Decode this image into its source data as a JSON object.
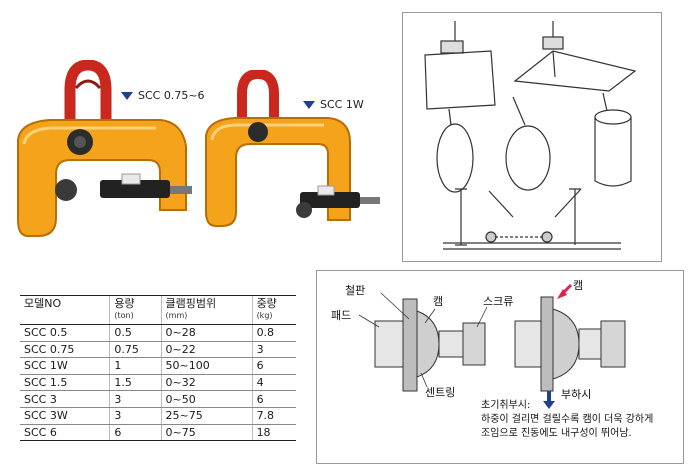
{
  "products": [
    {
      "caption": "SCC 0.75~6"
    },
    {
      "caption": "SCC 1W"
    }
  ],
  "table": {
    "headers": [
      {
        "label": "모델NO",
        "unit": ""
      },
      {
        "label": "용량",
        "unit": "(ton)"
      },
      {
        "label": "클램핑범위",
        "unit": "(mm)"
      },
      {
        "label": "중량",
        "unit": "(kg)"
      }
    ],
    "rows": [
      [
        "SCC 0.5",
        "0.5",
        "0~28",
        "0.8"
      ],
      [
        "SCC 0.75",
        "0.75",
        "0~22",
        "3"
      ],
      [
        "SCC 1W",
        "1",
        "50~100",
        "6"
      ],
      [
        "SCC 1.5",
        "1.5",
        "0~32",
        "4"
      ],
      [
        "SCC 3",
        "3",
        "0~50",
        "6"
      ],
      [
        "SCC 3W",
        "3",
        "25~75",
        "7.8"
      ],
      [
        "SCC 6",
        "6",
        "0~75",
        "18"
      ]
    ]
  },
  "diagram": {
    "labels": {
      "plate": "철판",
      "cam_left": "캠",
      "screw": "스크류",
      "cam_right": "캠",
      "pad": "패드",
      "centering": "센트링",
      "load": "부하시"
    },
    "note_lines": [
      "초기취부시:",
      "하중이 걸리면 걸릴수록 캠이 더욱 강하게",
      "조임으로 진동에도 내구성이 뛰어남."
    ]
  },
  "colors": {
    "clamp_body": "#f5a31a",
    "shackle": "#c8281e",
    "accent_arrow": "#e0224a",
    "caption_triangle": "#1f3f8f"
  }
}
